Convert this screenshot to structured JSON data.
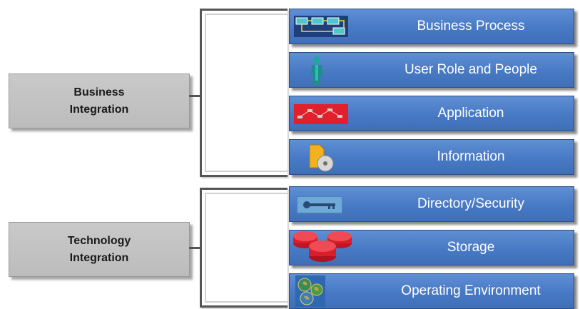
{
  "groups": [
    {
      "label": "Business\nIntegration",
      "items": [
        {
          "label": "Business Process",
          "icon": "process-flow-icon"
        },
        {
          "label": "User Role and People",
          "icon": "person-icon"
        },
        {
          "label": "Application",
          "icon": "application-network-icon"
        },
        {
          "label": "Information",
          "icon": "document-disc-icon"
        }
      ]
    },
    {
      "label": "Technology\nIntegration",
      "items": [
        {
          "label": "Directory/Security",
          "icon": "key-icon"
        },
        {
          "label": "Storage",
          "icon": "storage-disks-icon"
        },
        {
          "label": "Operating Environment",
          "icon": "globe-cluster-icon"
        }
      ]
    }
  ],
  "colors": {
    "row_blue": "#4879c4",
    "group_gray": "#c2c2c2",
    "connector_gray": "#555555"
  }
}
